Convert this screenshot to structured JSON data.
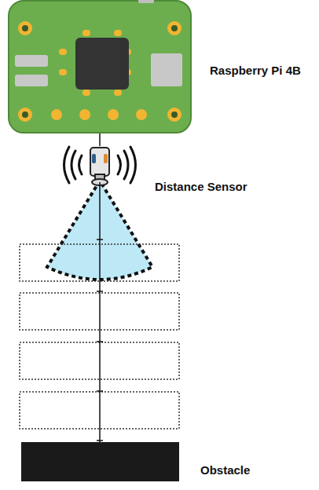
{
  "diagram": {
    "nodes": [
      {
        "text": [
          "Raspberry Pi 4B"
        ]
      },
      {
        "text": [
          "Distance Sensor"
        ]
      },
      {
        "text": [
          "Obstacle"
        ]
      }
    ],
    "edges": [
      {
        "from": 0,
        "to": 1,
        "arrow": "none"
      },
      {
        "from": 1,
        "to": 2,
        "arrow": "none"
      }
    ]
  }
}
